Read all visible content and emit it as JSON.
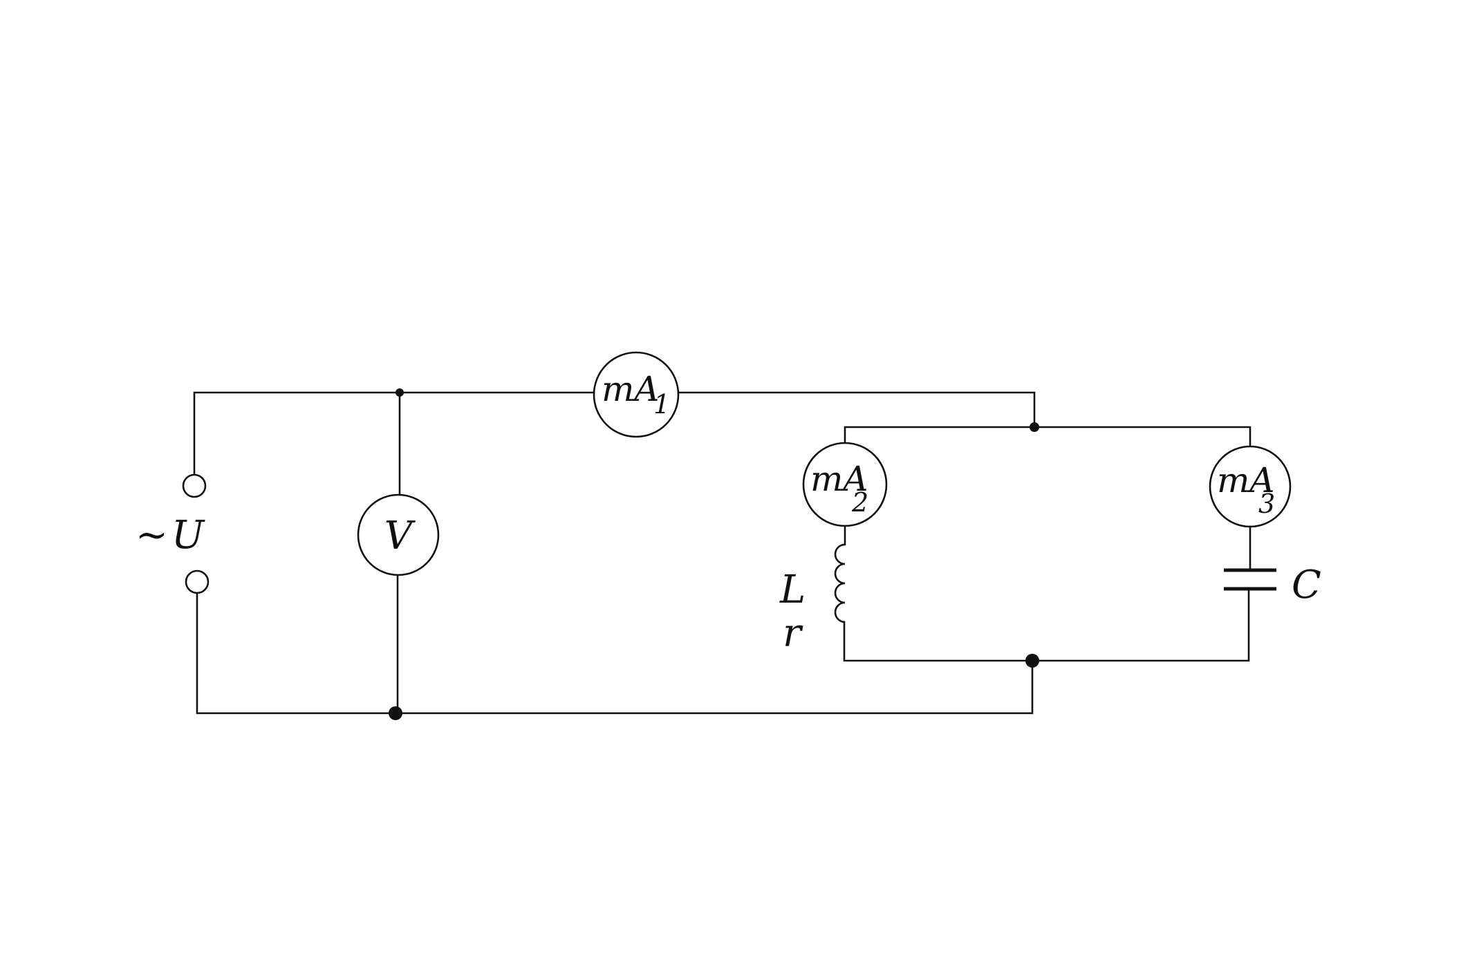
{
  "source": {
    "symbol": "~",
    "label": "U"
  },
  "voltmeter": {
    "label": "V"
  },
  "ammeters": [
    {
      "id": "mA1",
      "main": "mA",
      "sub": "1"
    },
    {
      "id": "mA2",
      "main": "mA",
      "sub": "2"
    },
    {
      "id": "mA3",
      "main": "mA",
      "sub": "3"
    }
  ],
  "inductor": {
    "label_L": "L",
    "label_r": "r"
  },
  "capacitor": {
    "label": "C"
  },
  "colors": {
    "line": "#111111",
    "background": "#ffffff"
  }
}
